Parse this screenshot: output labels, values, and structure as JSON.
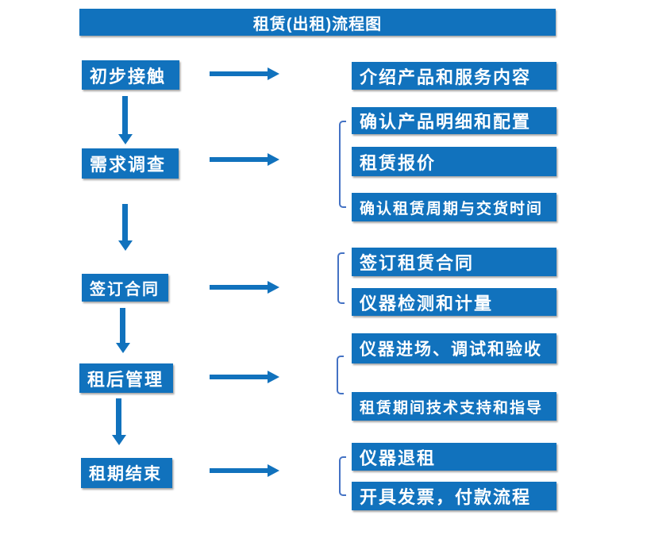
{
  "title": "租赁(出租)流程图",
  "colors": {
    "box_blue": "#1172BD",
    "bracket_blue": "#4472C4",
    "text_white": "#FFFFFF",
    "background": "#FFFFFF"
  },
  "flow": [
    {
      "step": "初步接触",
      "details": [
        "介绍产品和服务内容"
      ]
    },
    {
      "step": "需求调查",
      "details": [
        "确认产品明细和配置",
        "租赁报价",
        "确认租赁周期与交货时间"
      ]
    },
    {
      "step": "签订合同",
      "details": [
        "签订租赁合同",
        "仪器检测和计量"
      ]
    },
    {
      "step": "租后管理",
      "details": [
        "仪器进场、调试和验收",
        "租赁期间技术支持和指导"
      ]
    },
    {
      "step": "租期结束",
      "details": [
        "仪器退租",
        "开具发票，付款流程"
      ]
    }
  ]
}
